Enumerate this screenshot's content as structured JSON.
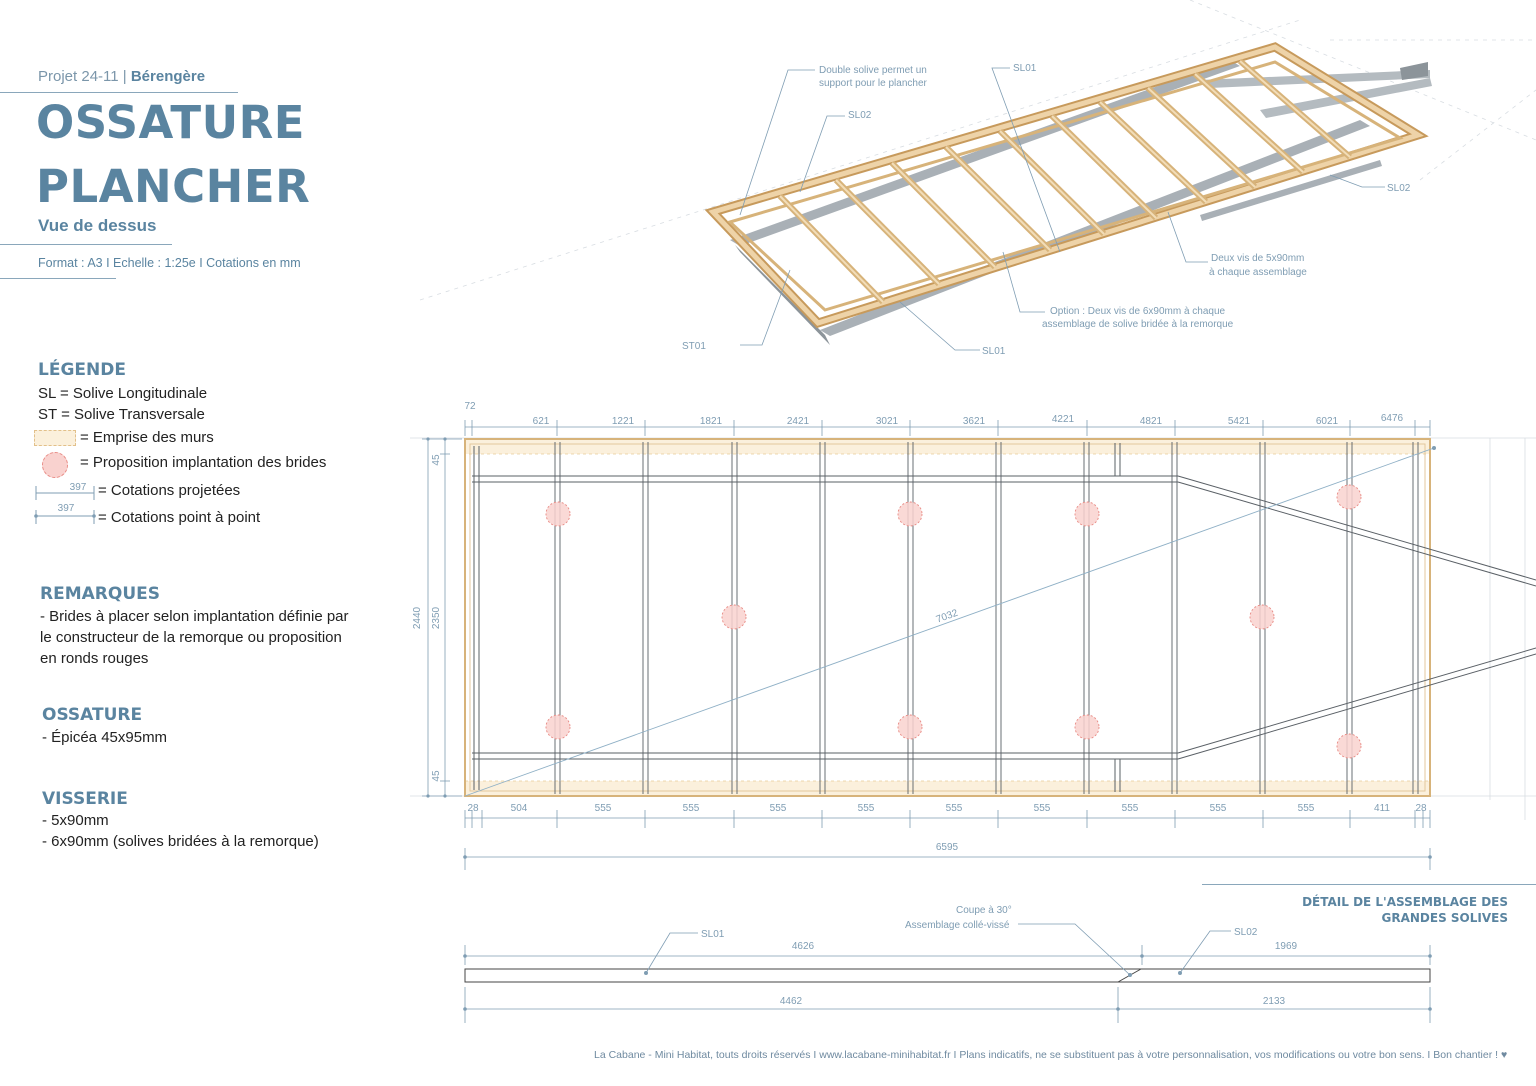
{
  "header": {
    "project_prefix": "Projet 24-11 |",
    "project_name": "Bérengère",
    "title_line1": "OSSATURE",
    "title_line2": "PLANCHER",
    "subtitle": "Vue de dessus",
    "format_line": "Format : A3 I  Echelle : 1:25e  I Cotations en mm"
  },
  "legend": {
    "heading": "LÉGENDE",
    "sl": "SL = Solive Longitudinale",
    "st": "ST = Solive Transversale",
    "walls": "= Emprise des murs",
    "flanges": "= Proposition implantation des brides",
    "projected": "= Cotations projetées",
    "point": "= Cotations point à point",
    "sample_dim": "397"
  },
  "remarks": {
    "heading": "REMARQUES",
    "lines": [
      "- Brides à placer selon implantation définie par",
      "le constructeur de la remorque ou proposition",
      "en ronds rouges"
    ]
  },
  "frame": {
    "heading": "OSSATURE",
    "lines": [
      "- Épicéa 45x95mm"
    ]
  },
  "screws": {
    "heading": "VISSERIE",
    "lines": [
      "- 5x90mm",
      "- 6x90mm (solives bridées à la remorque)"
    ]
  },
  "iso_callouts": {
    "double_joist": [
      "Double solive permet un",
      "support pour le plancher"
    ],
    "sl01_top": "SL01",
    "sl02_left": "SL02",
    "sl02_right": "SL02",
    "screws_note": [
      "Deux vis de 5x90mm",
      "à chaque assemblage"
    ],
    "option_note": [
      "Option : Deux vis de 6x90mm à chaque",
      "assemblage de solive bridée à la remorque"
    ],
    "st01": "ST01",
    "sl01_bottom": "SL01"
  },
  "plan_dims": {
    "top_cumulative": [
      "72",
      "621",
      "1221",
      "1821",
      "2421",
      "3021",
      "3621",
      "4221",
      "4821",
      "5421",
      "6021",
      "6476"
    ],
    "bottom_spacing": [
      "28",
      "504",
      "555",
      "555",
      "555",
      "555",
      "555",
      "555",
      "555",
      "555",
      "555",
      "411",
      "28"
    ],
    "total_length": "6595",
    "width_outer": "2440",
    "width_inner": "2350",
    "edge_top": "45",
    "edge_bottom": "45",
    "diagonal": "7032"
  },
  "detail": {
    "title_line1": "DÉTAIL DE L'ASSEMBLAGE DES",
    "title_line2": "GRANDES SOLIVES",
    "cut_note": [
      "Coupe à 30°",
      "Assemblage collé-vissé"
    ],
    "sl01": "SL01",
    "sl02": "SL02",
    "top_left": "4626",
    "top_right": "1969",
    "bottom_left": "4462",
    "bottom_right": "2133"
  },
  "footer": "La Cabane - Mini Habitat, touts droits réservés I www.lacabane-minihabitat.fr I Plans indicatifs,  ne se substituent pas à votre personnalisation, vos modifications ou votre bon sens. I Bon chantier ! ♥",
  "colors": {
    "accent": "#5a84a0",
    "wood": "#e9c796",
    "wall_zone": "#fbf0dc",
    "flange": "#f4b8b4",
    "steel": "#9aa3aa"
  }
}
